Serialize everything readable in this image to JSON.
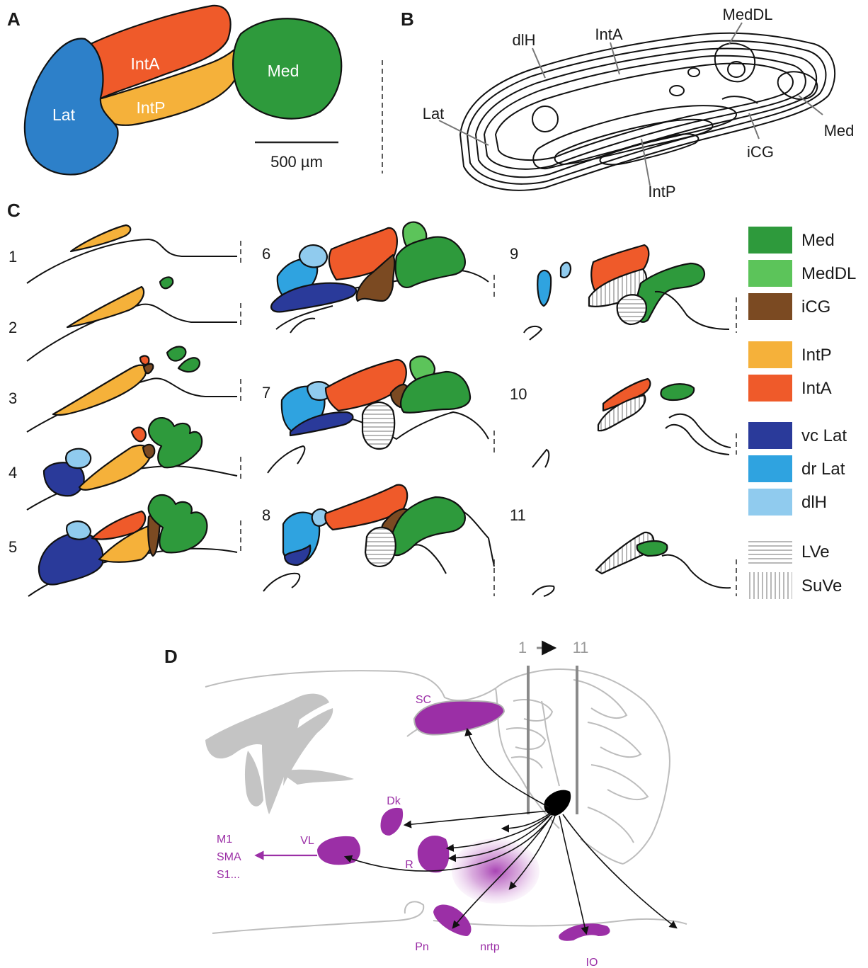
{
  "panels": {
    "a": {
      "letter": "A",
      "labels": {
        "lat": "Lat",
        "inta": "IntA",
        "intp": "IntP",
        "med": "Med"
      },
      "scale_bar": "500 µm"
    },
    "b": {
      "letter": "B",
      "labels": {
        "dlh": "dlH",
        "inta": "IntA",
        "meddl": "MedDL",
        "lat": "Lat",
        "med": "Med",
        "icg": "iCG",
        "intp": "IntP"
      }
    },
    "c": {
      "letter": "C",
      "section_numbers": [
        "1",
        "2",
        "3",
        "4",
        "5",
        "6",
        "7",
        "8",
        "9",
        "10",
        "11"
      ],
      "legend": [
        {
          "label": "Med",
          "color": "#2e9a3c"
        },
        {
          "label": "MedDL",
          "color": "#5cc45a"
        },
        {
          "label": "iCG",
          "color": "#7b4a22"
        },
        {
          "label": "IntP",
          "color": "#f5b13a"
        },
        {
          "label": "IntA",
          "color": "#ef5a2a"
        },
        {
          "label": "vc Lat",
          "color": "#2a3a9a"
        },
        {
          "label": "dr Lat",
          "color": "#2fa3e0"
        },
        {
          "label": "dlH",
          "color": "#90cbee"
        },
        {
          "label": "LVe",
          "color": "hatch-horizontal"
        },
        {
          "label": "SuVe",
          "color": "hatch-vertical"
        }
      ]
    },
    "d": {
      "letter": "D",
      "slice_range": {
        "start": "1",
        "end": "11"
      },
      "targets": {
        "sc": "SC",
        "dk": "Dk",
        "vl": "VL",
        "r": "R",
        "pn": "Pn",
        "nrtp": "nrtp",
        "io": "IO"
      },
      "cortex_targets": [
        "M1",
        "SMA",
        "S1..."
      ],
      "target_color": "#9b2fa6"
    }
  }
}
